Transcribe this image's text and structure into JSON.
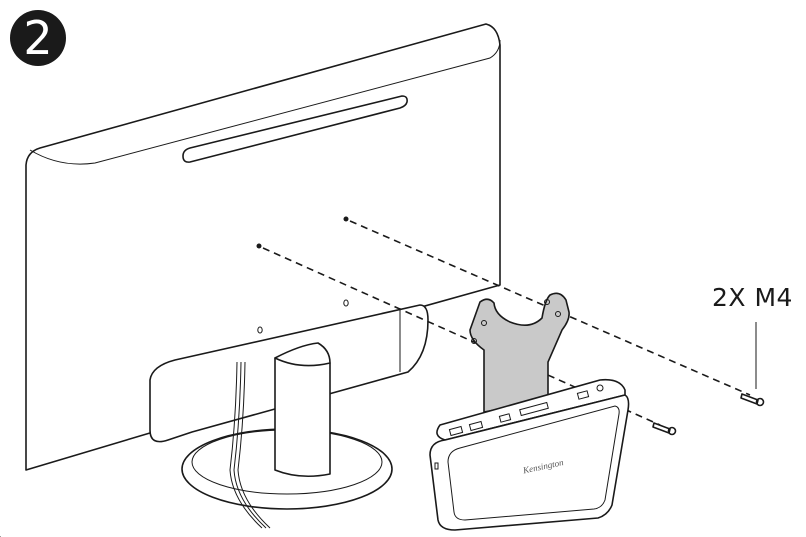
{
  "diagram": {
    "step_number": "2",
    "callout_label": "2X M4",
    "device_brand": "Kensington",
    "parts": [
      {
        "name": "monitor",
        "description": "Monitor rear view with VESA mounting holes"
      },
      {
        "name": "monitor-stand",
        "description": "Stand neck and oval base"
      },
      {
        "name": "cables",
        "description": "Cable bundle running down the stand"
      },
      {
        "name": "mounting-bracket",
        "description": "Gray VESA bracket plate with 4 holes"
      },
      {
        "name": "docking-station",
        "description": "Kensington dock attached to bracket"
      },
      {
        "name": "m4-screws",
        "description": "Two M4 screws"
      }
    ],
    "colors": {
      "line": "#1a1a1a",
      "bracket_fill": "#c9c9c9",
      "badge_fill": "#1a1a1a",
      "background": "#ffffff"
    }
  }
}
